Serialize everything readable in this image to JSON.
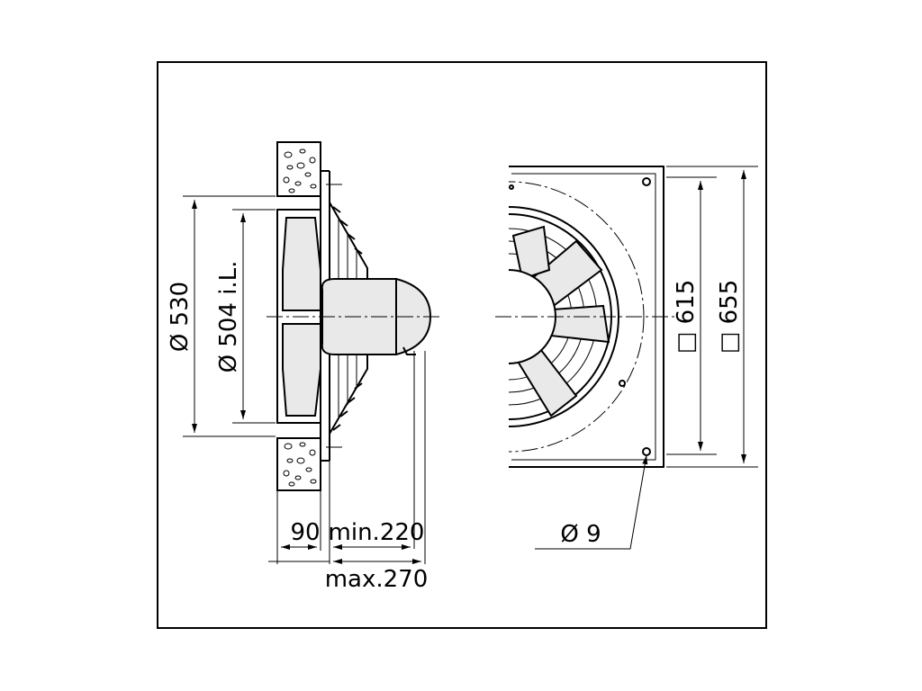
{
  "dimensions": {
    "outer_diameter": "Ø 530",
    "inner_diameter": "Ø 504 i.L.",
    "depth_90": "90",
    "depth_min": "min.220",
    "depth_max": "max.270",
    "square_inner": "615",
    "square_outer": "655",
    "hole_diameter": "Ø 9"
  },
  "square_symbol": "□"
}
